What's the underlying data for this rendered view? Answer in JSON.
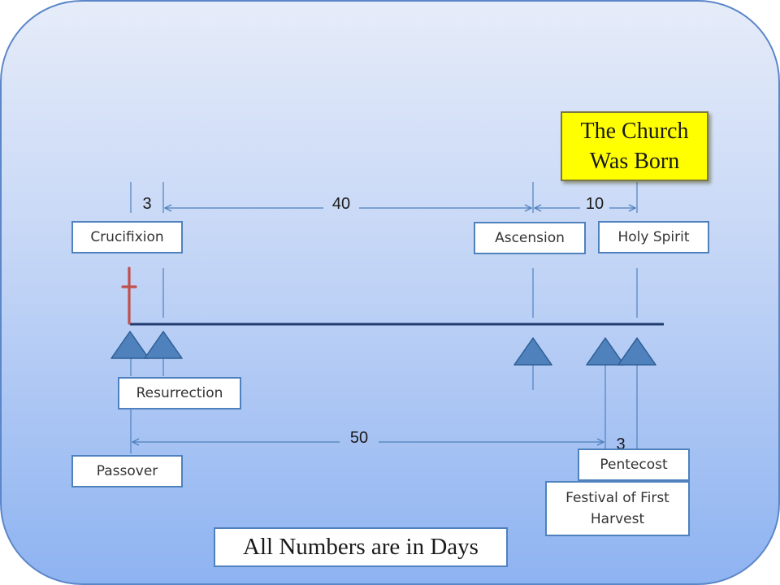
{
  "colors": {
    "slide_gradient_top": "#e3eaf8",
    "slide_gradient_bottom": "#8fb4f0",
    "slide_border": "#5b86c8",
    "triangle_fill": "#4f81bd",
    "triangle_stroke": "#2f5f95",
    "timeline": "#1f3a6e",
    "cross": "#c0504d",
    "connector": "#4f81bd",
    "highlight_box": "#ffff00"
  },
  "header": {
    "church_line1": "The Church",
    "church_line2": "Was Born"
  },
  "intervals": {
    "crucifixion_to_resurrection": "3",
    "resurrection_to_ascension": "40",
    "ascension_to_holy_spirit": "10",
    "passover_to_festival": "50",
    "festival_to_pentecost": "3"
  },
  "events": {
    "crucifixion": "Crucifixion",
    "ascension": "Ascension",
    "holy_spirit": "Holy Spirit",
    "resurrection": "Resurrection",
    "passover": "Passover",
    "pentecost": "Pentecost",
    "festival_line1": "Festival of First",
    "festival_line2": "Harvest"
  },
  "footer": {
    "note": "All Numbers are in Days"
  }
}
